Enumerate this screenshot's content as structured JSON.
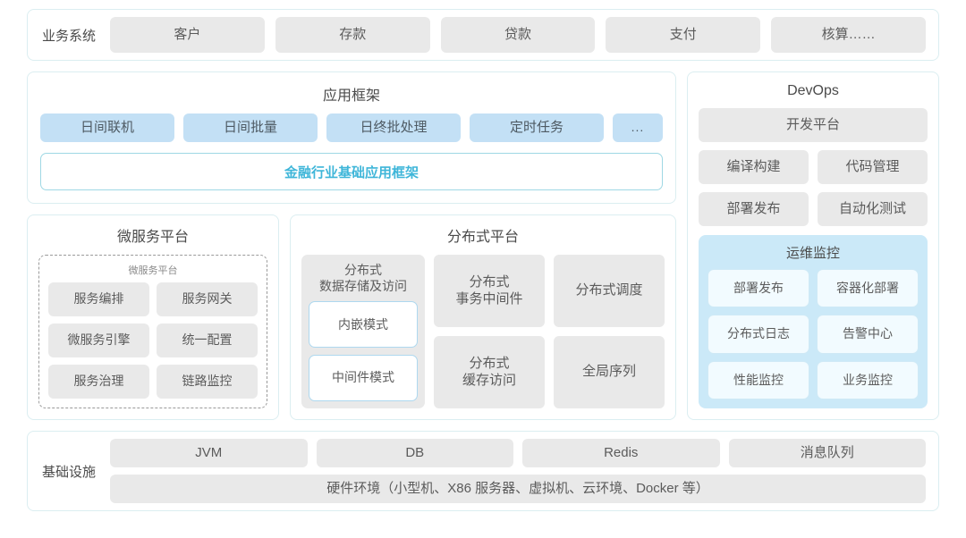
{
  "business_row": {
    "label": "业务系统",
    "items": [
      "客户",
      "存款",
      "贷款",
      "支付",
      "核算……"
    ]
  },
  "app_framework": {
    "title": "应用框架",
    "chips": [
      "日间联机",
      "日间批量",
      "日终批处理",
      "定时任务",
      "..."
    ],
    "framework_bar": "金融行业基础应用框架"
  },
  "microservice_platform": {
    "title": "微服务平台",
    "inner_title": "微服务平台",
    "items": [
      "服务编排",
      "服务网关",
      "微服务引擎",
      "统一配置",
      "服务治理",
      "链路监控"
    ]
  },
  "distributed_platform": {
    "title": "分布式平台",
    "left_column": {
      "title": "分布式\n数据存储及访问",
      "title_line1": "分布式",
      "title_line2": "数据存储及访问",
      "modes": [
        "内嵌模式",
        "中间件模式"
      ]
    },
    "right_items": [
      {
        "line1": "分布式",
        "line2": "事务中间件"
      },
      {
        "line1": "分布式调度",
        "line2": ""
      },
      {
        "line1": "分布式",
        "line2": "缓存访问"
      },
      {
        "line1": "全局序列",
        "line2": ""
      }
    ]
  },
  "devops": {
    "title": "DevOps",
    "platform": "开发平台",
    "pair1": [
      "编译构建",
      "代码管理"
    ],
    "pair2": [
      "部署发布",
      "自动化测试"
    ],
    "ops_monitoring": {
      "title": "运维监控",
      "items": [
        "部署发布",
        "容器化部署",
        "分布式日志",
        "告警中心",
        "性能监控",
        "业务监控"
      ]
    }
  },
  "infrastructure": {
    "label": "基础设施",
    "items": [
      "JVM",
      "DB",
      "Redis",
      "消息队列"
    ],
    "hardware": "硬件环境（小型机、X86 服务器、虚拟机、云环境、Docker 等）"
  },
  "colors": {
    "card_border": "#dbeef1",
    "chip_gray": "#e9e9e9",
    "chip_blue": "#c3e0f5",
    "accent_cyan": "#3fb6d9",
    "ops_block_bg": "#cbe9f8",
    "text": "#5b5b5b"
  }
}
